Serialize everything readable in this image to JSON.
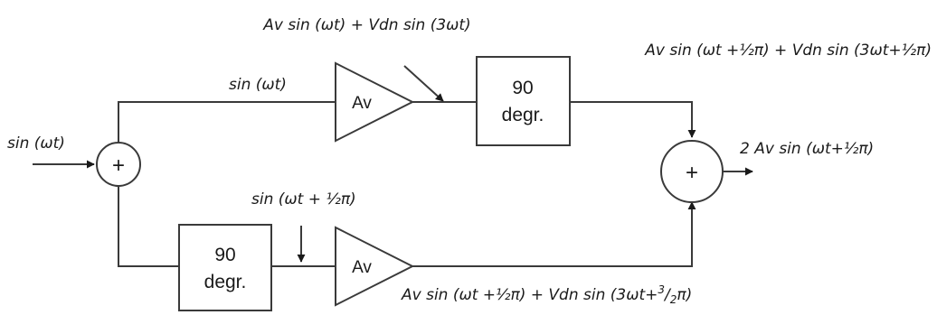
{
  "labels": {
    "input": "sin (ωt)",
    "upper_path": "sin (ωt)",
    "upper_amp_out": "Av sin (ωt) + Vdn sin (3ωt)",
    "upper_shift_out": "Av sin (ωt +½π) + Vdn sin (3ωt+½π)",
    "output": "2 Av sin (ωt+½π)",
    "lower_shift_out": "sin (ωt + ½π)",
    "lower_amp_out_prefix": "Av sin (ωt +½π) + Vdn sin (3ωt+",
    "lower_amp_out_num": "3",
    "lower_amp_out_sep": "/",
    "lower_amp_out_den": "2",
    "lower_amp_out_suffix": "π)"
  },
  "blocks": {
    "sum_symbol": "+",
    "amp_label": "Av",
    "shift_line1": "90",
    "shift_line2": "degr."
  }
}
